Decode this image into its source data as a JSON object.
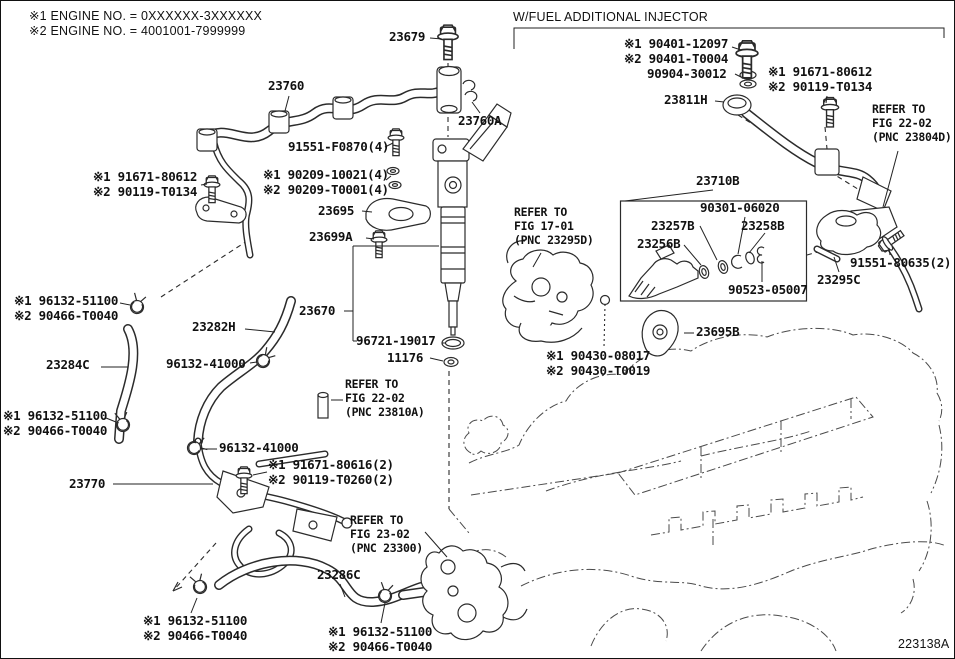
{
  "colors": {
    "ink": "#2b2b2b",
    "background": "#ffffff"
  },
  "notes": {
    "engine_numbers": "※1 ENGINE NO. = 0XXXXXX-3XXXXXX\n※2 ENGINE NO. = 4001001-7999999"
  },
  "section": {
    "title": "W/FUEL ADDITIONAL INJECTOR"
  },
  "drawing_number": "223138A",
  "parts": {
    "p23679": "23679",
    "p23760": "23760",
    "p23760a": "23760A",
    "p91551_f0870": "91551-F0870(4)",
    "bolt_91671_left": "※1 91671-80612\n※2 90119-T0134",
    "washers_90209": "※1 90209-10021(4)\n※2 90209-T0001(4)",
    "p23695": "23695",
    "p23699a": "23699A",
    "p23670": "23670",
    "p96721": "96721-19017",
    "p11176": "11176",
    "clamp_a": "※1 96132-51100\n※2 90466-T0040",
    "p23284c": "23284C",
    "p23282h": "23282H",
    "p96132_41000_a": "96132-41000",
    "refer_23810a": "REFER TO\nFIG 22-02\n(PNC 23810A)",
    "clamp_b": "※1 96132-51100\n※2 90466-T0040",
    "p96132_41000_b": "96132-41000",
    "p23770": "23770",
    "bolts_91671_80616": "※1 91671-80616(2)\n※2 90119-T0260(2)",
    "refer_23300": "REFER TO\nFIG 23-02\n(PNC 23300)",
    "p23286c": "23286C",
    "clamp_c": "※1 96132-51100\n※2 90466-T0040",
    "clamp_d": "※1 96132-51100\n※2 90466-T0040",
    "bolt_90401": "※1 90401-12097\n※2 90401-T0004",
    "p90904": "90904-30012",
    "bolt_91671_right": "※1 91671-80612\n※2 90119-T0134",
    "p23811h": "23811H",
    "refer_23804d": "REFER TO\nFIG 22-02\n(PNC 23804D)",
    "p23710b": "23710B",
    "p90301": "90301-06020",
    "p23257b": "23257B",
    "p23258b": "23258B",
    "p23256b": "23256B",
    "p90523": "90523-05007",
    "refer_23295d": "REFER TO\nFIG 17-01\n(PNC 23295D)",
    "p91551_80635": "91551-80635(2)",
    "p23295c": "23295C",
    "washers_90430": "※1 90430-08017\n※2 90430-T0019",
    "p23695b": "23695B"
  }
}
